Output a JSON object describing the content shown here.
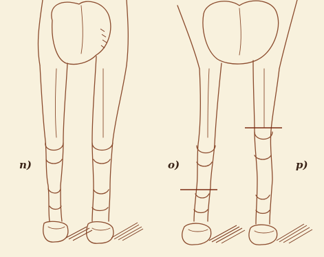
{
  "figure": {
    "labels": {
      "n": "n)",
      "o": "o)",
      "p": "p)"
    },
    "colors": {
      "paper": "#f8f1dd",
      "ink": "#8a4a2c",
      "label": "#3a2418"
    }
  }
}
